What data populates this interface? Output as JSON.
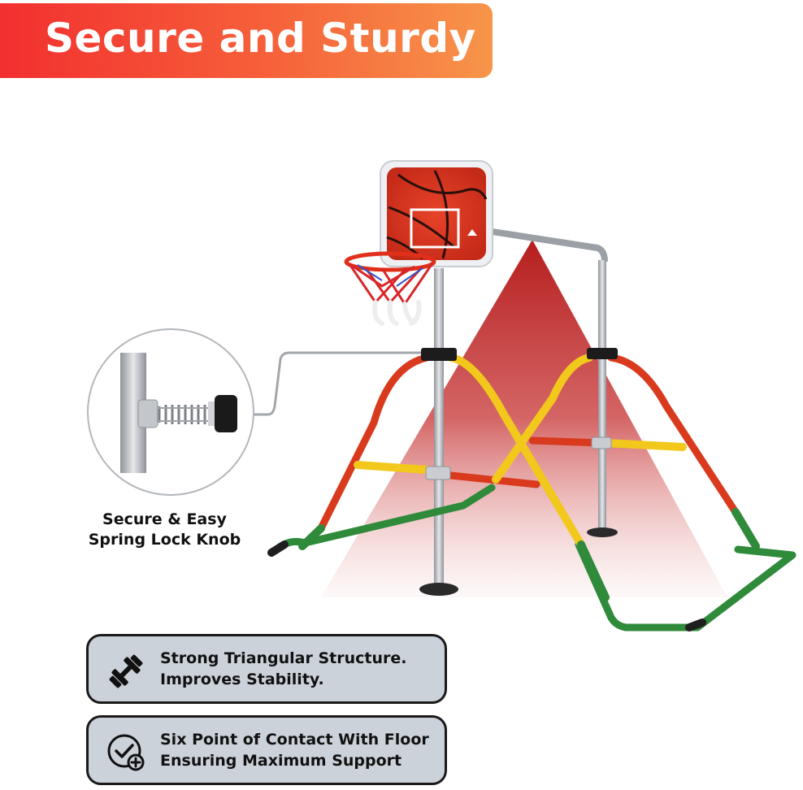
{
  "banner": {
    "title": "Secure and Sturdy"
  },
  "callout": {
    "line1": "Secure & Easy",
    "line2": "Spring Lock Knob"
  },
  "features": [
    {
      "icon": "dumbbell-icon",
      "line1": "Strong Triangular Structure.",
      "line2": "Improves Stability."
    },
    {
      "icon": "check-circle-plus-icon",
      "line1": "Six Point of Contact With Floor",
      "line2": "Ensuring Maximum Support"
    }
  ],
  "colors": {
    "banner_start": "#f22f2f",
    "banner_end": "#f7954a",
    "frame_red": "#d93a1e",
    "frame_yellow": "#f2c81c",
    "frame_green": "#2f8a3a",
    "pole_silver": "#b8bcc2",
    "feature_box": "#ccd2d9"
  }
}
